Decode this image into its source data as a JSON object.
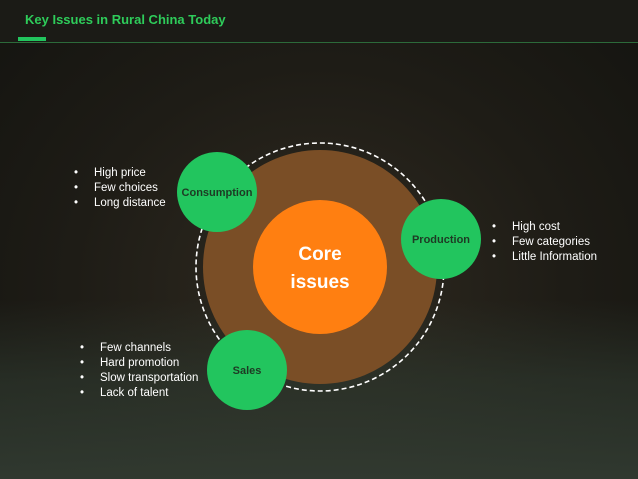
{
  "header": {
    "title": "Key Issues in Rural China Today"
  },
  "core": {
    "line1": "Core",
    "line2": "issues"
  },
  "nodes": {
    "consumption": {
      "label": "Consumption",
      "bullets": [
        "High price",
        "Few choices",
        "Long distance"
      ]
    },
    "production": {
      "label": "Production",
      "bullets": [
        "High cost",
        "Few categories",
        "Little Information"
      ]
    },
    "sales": {
      "label": "Sales",
      "bullets": [
        "Few channels",
        "Hard promotion",
        "Slow transportation",
        "Lack of talent"
      ]
    }
  },
  "colors": {
    "accent_green": "#22c55e",
    "core_orange": "#ff7f11",
    "ring_brown": "#7a4e26",
    "title_green": "#2ecc5a"
  }
}
